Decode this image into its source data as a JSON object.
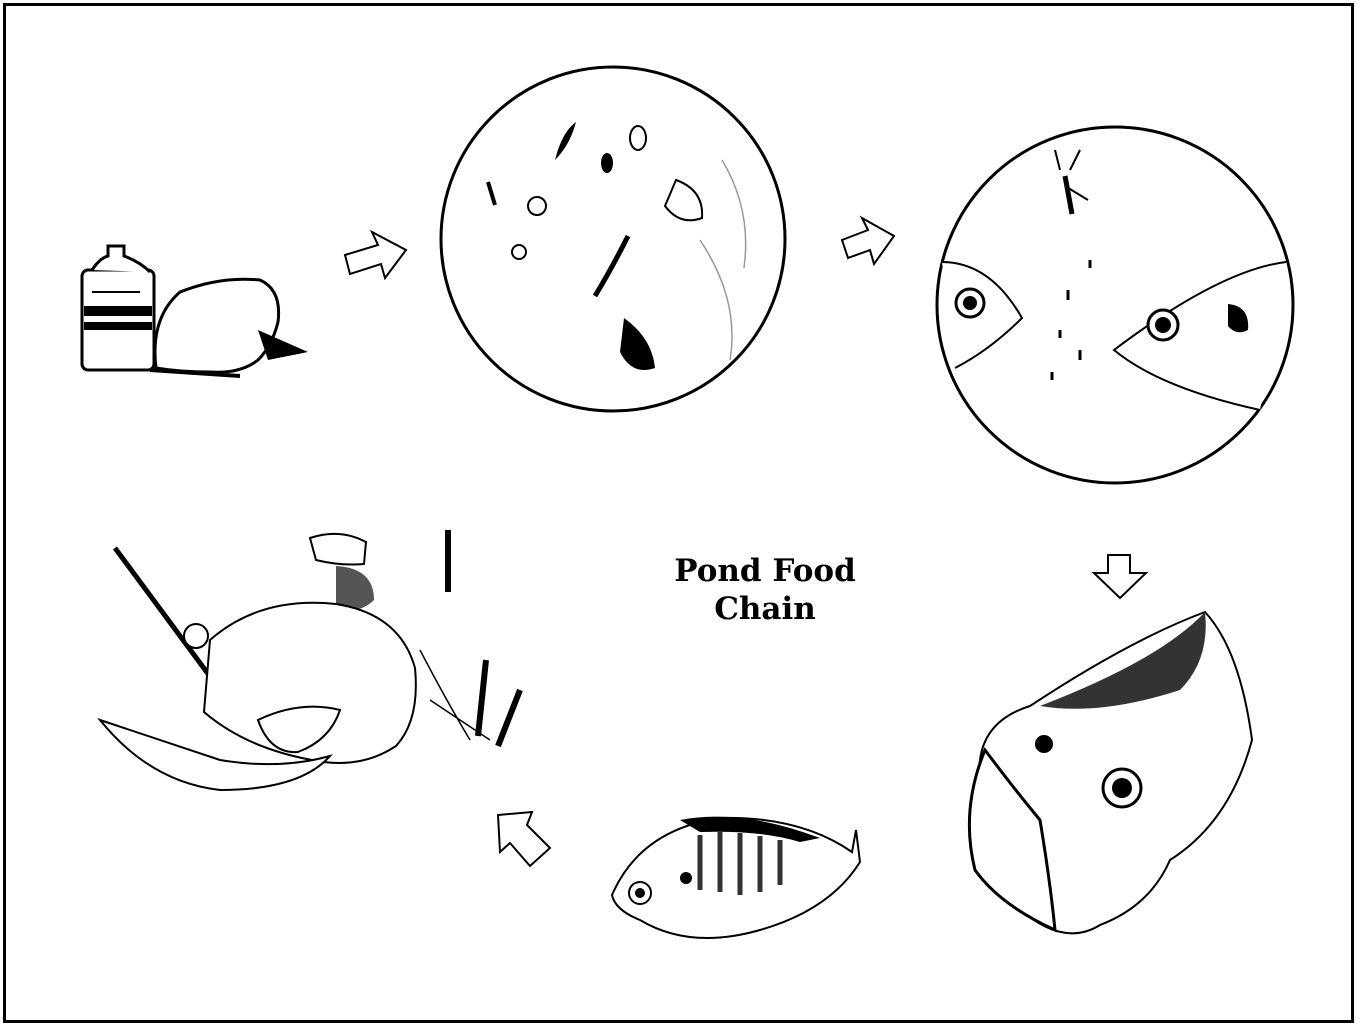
{
  "diagram": {
    "title_lines": [
      "Pond Food",
      "Chain"
    ],
    "stages": [
      {
        "id": "fertilizer",
        "icon": "fertilizer-jug-and-bag-icon"
      },
      {
        "id": "plankton",
        "icon": "plankton-circle-icon"
      },
      {
        "id": "insects",
        "icon": "insect-and-fish-circle-icon"
      },
      {
        "id": "bass",
        "icon": "largemouth-bass-icon"
      },
      {
        "id": "bluegill",
        "icon": "bluegill-icon"
      },
      {
        "id": "angler",
        "icon": "fisherman-icon"
      }
    ],
    "line_color": "#000000",
    "background_color": "#ffffff"
  }
}
